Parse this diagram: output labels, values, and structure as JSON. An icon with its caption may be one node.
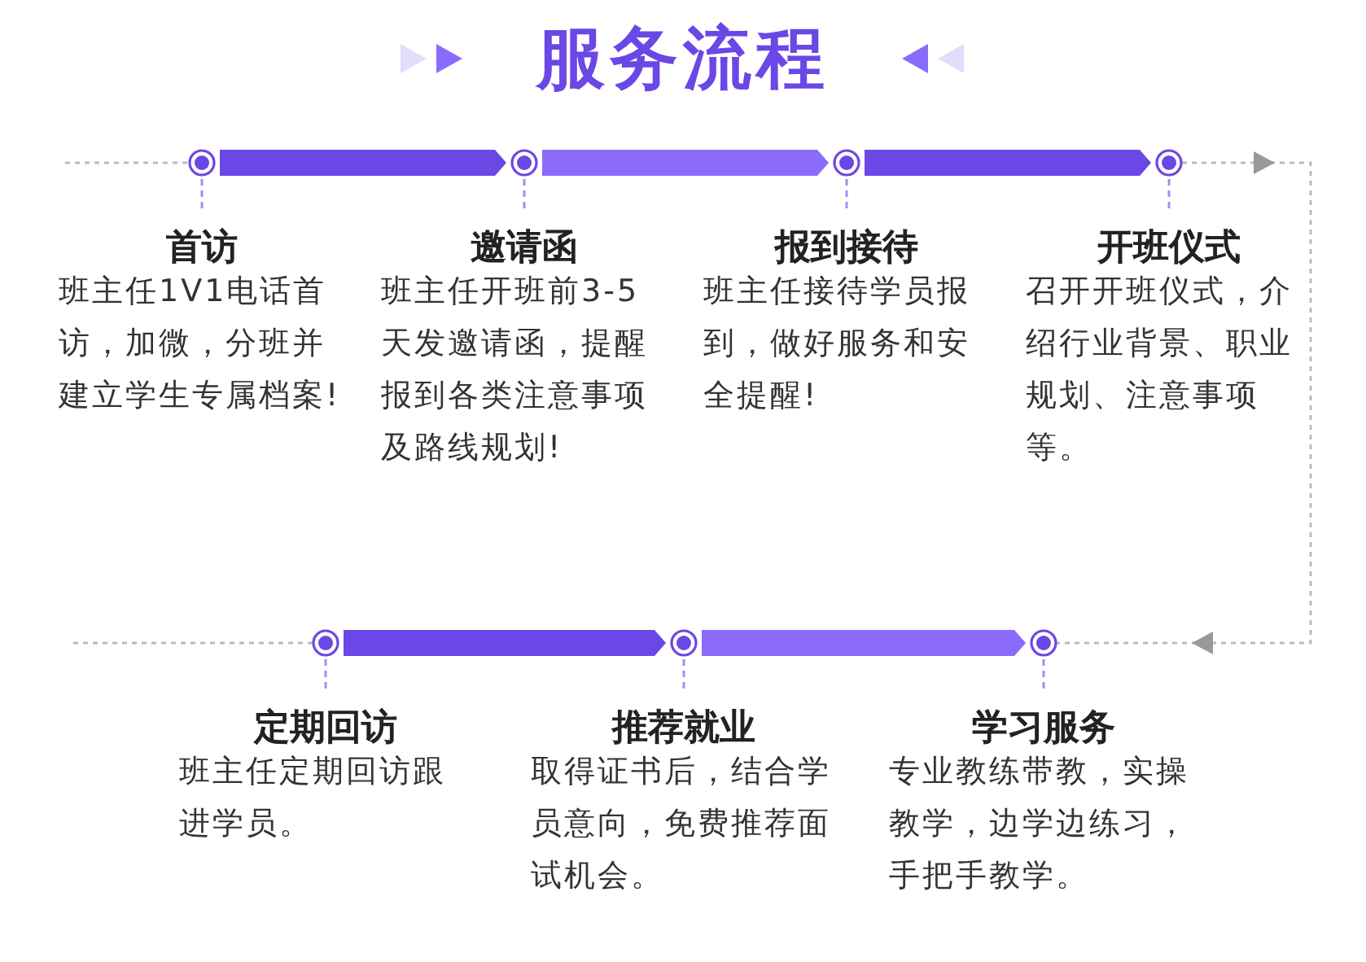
{
  "diagram": {
    "title": "服务流程",
    "nodes": [
      {
        "text": [
          "首访",
          "班主任1V1电话首访，加微，分班并建立学生专属档案!"
        ]
      },
      {
        "text": [
          "邀请函",
          "班主任开班前3-5天发邀请函，提醒报到各类注意事项及路线规划!"
        ]
      },
      {
        "text": [
          "报到接待",
          "班主任接待学员报到，做好服务和安全提醒!"
        ]
      },
      {
        "text": [
          "开班仪式",
          "召开开班仪式，介绍行业背景、职业规划、注意事项等。"
        ]
      },
      {
        "text": [
          "定期回访",
          "班主任定期回访跟进学员。"
        ]
      },
      {
        "text": [
          "推荐就业",
          "取得证书后，结合学员意向，免费推荐面试机会。"
        ]
      },
      {
        "text": [
          "学习服务",
          "专业教练带教，实操教学，边学边练习，手把手教学。"
        ]
      }
    ],
    "edges": [
      {
        "from": null,
        "to": 0,
        "arrow": "none",
        "style": "dashed",
        "color": "#bbbbbb"
      },
      {
        "from": 0,
        "to": 1,
        "arrow": "to",
        "color": "#6b47e6"
      },
      {
        "from": 1,
        "to": 2,
        "arrow": "to",
        "color": "#8b6bfc"
      },
      {
        "from": 2,
        "to": 3,
        "arrow": "to",
        "color": "#6b47e6"
      },
      {
        "from": 3,
        "to": 6,
        "arrow": "to",
        "style": "dashed",
        "color": "#bbbbbb"
      },
      {
        "from": 4,
        "to": 5,
        "arrow": "to",
        "color": "#6b47e6"
      },
      {
        "from": 5,
        "to": 6,
        "arrow": "to",
        "color": "#8b6bfc"
      },
      {
        "from": 4,
        "to": null,
        "arrow": "none",
        "style": "dashed",
        "color": "#bbbbbb"
      }
    ]
  }
}
